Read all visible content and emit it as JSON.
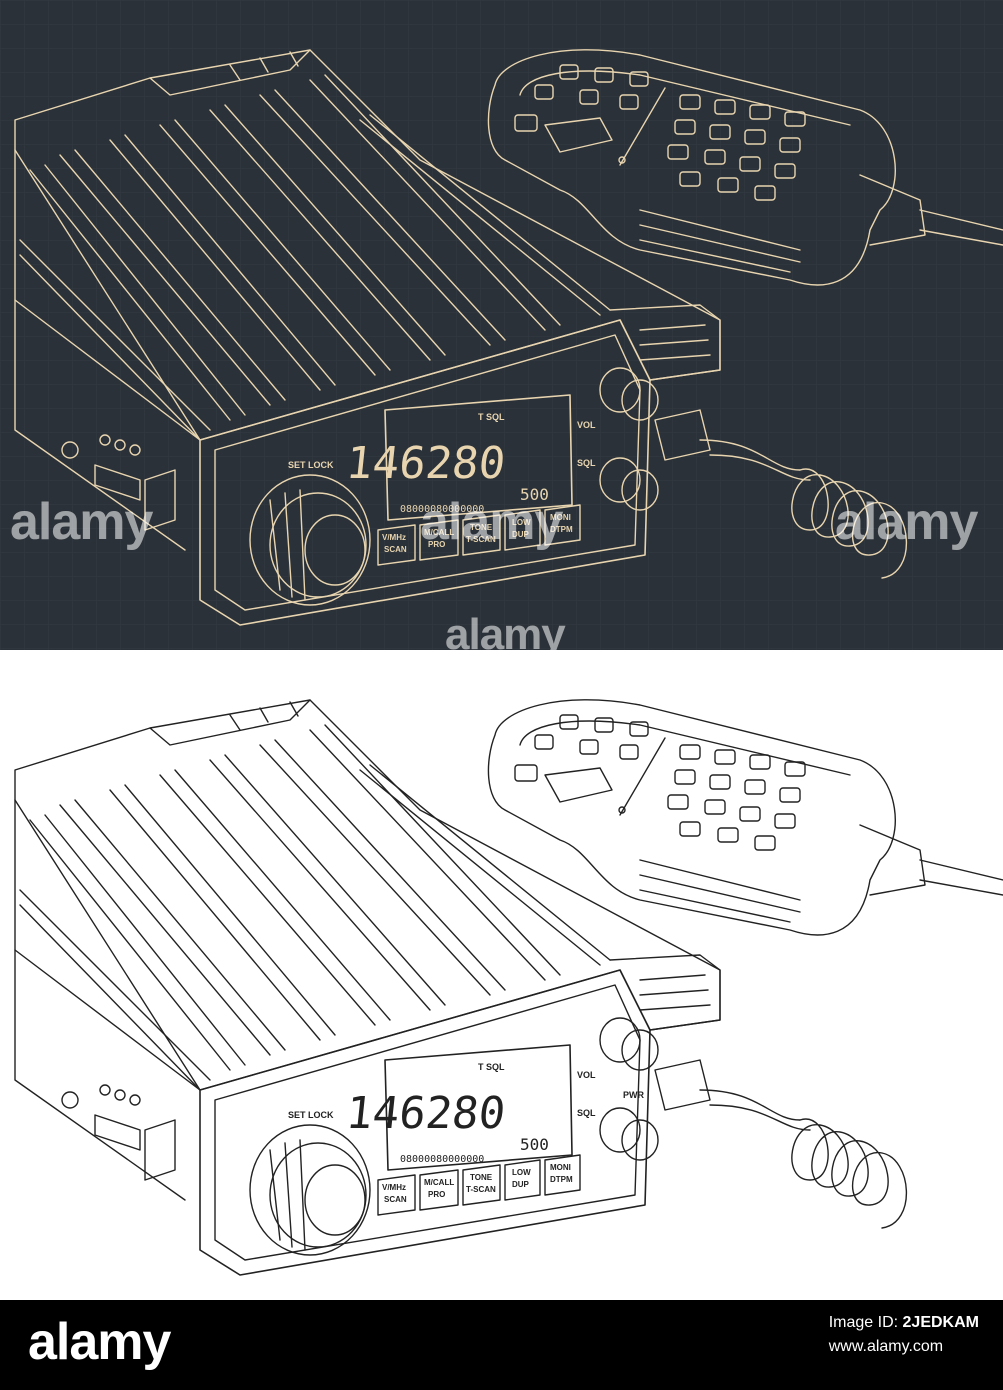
{
  "illustration": {
    "display": {
      "indicator": "T SQL",
      "frequency": "146280",
      "sub": "500",
      "bargraph": "08000080000000"
    },
    "knob_label": "SET LOCK",
    "side_labels": {
      "vol": "VOL",
      "sql": "SQL",
      "pwr": "PWR"
    },
    "buttons": [
      {
        "top": "V/MHz",
        "bottom": "SCAN"
      },
      {
        "top": "M/CALL",
        "bottom": "PRO"
      },
      {
        "top": "TONE",
        "bottom": "T-SCAN"
      },
      {
        "top": "LOW",
        "bottom": "DUP"
      },
      {
        "top": "MONI",
        "bottom": "DTPM"
      }
    ]
  },
  "watermark": {
    "text": "alamy"
  },
  "colors": {
    "dark_bg": "#2b3138",
    "line_cream": "#e8d5b0",
    "line_dark": "#222222",
    "footer_bg": "#000000"
  },
  "footer": {
    "logo": "alamy",
    "image_id_label": "Image ID:",
    "image_id": "2JEDKAM",
    "url": "www.alamy.com"
  }
}
